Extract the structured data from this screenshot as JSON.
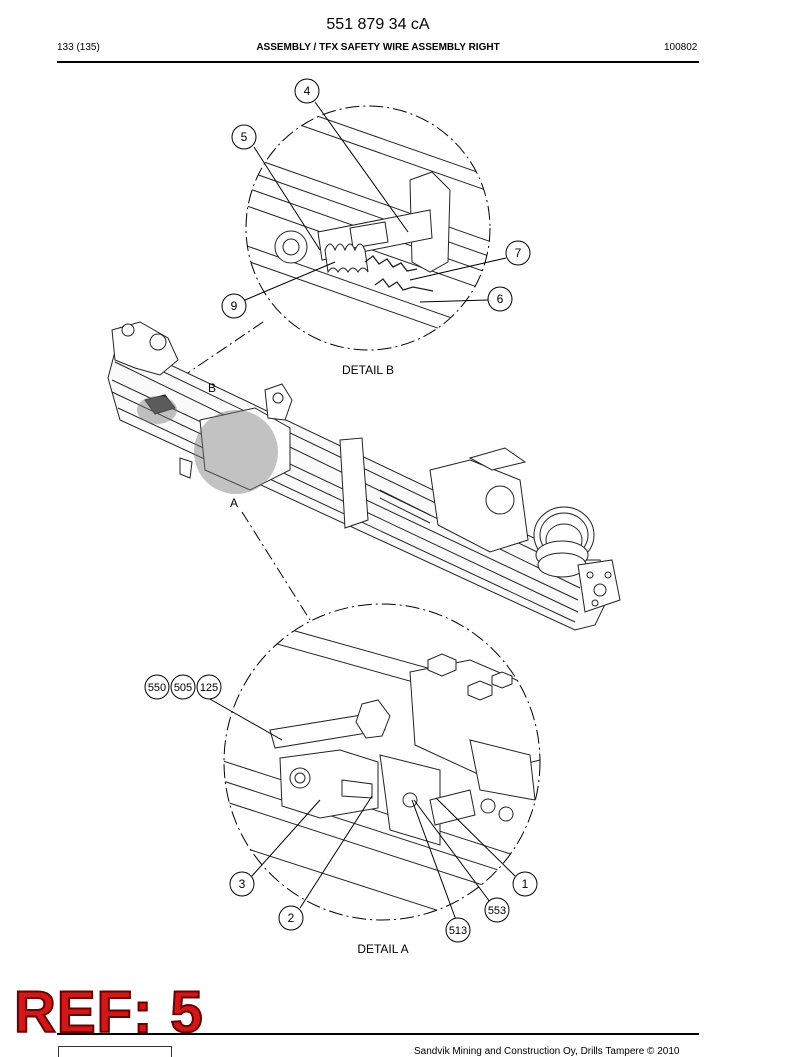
{
  "header": {
    "doc_number": "551 879 34 cA",
    "page": "133 (135)",
    "title": "ASSEMBLY / TFX SAFETY WIRE ASSEMBLY RIGHT",
    "date_code": "100802"
  },
  "detail_b": {
    "label": "DETAIL  B",
    "callouts": [
      "4",
      "5",
      "7",
      "9",
      "6"
    ]
  },
  "main_view": {
    "marker_b": "B",
    "marker_a": "A"
  },
  "detail_a": {
    "label": "DETAIL  A",
    "callouts": [
      "550",
      "505",
      "125",
      "3",
      "2",
      "513",
      "553",
      "1"
    ]
  },
  "stamp": {
    "text": "REF: 5"
  },
  "footer": {
    "copyright": "Sandvik Mining and Construction Oy, Drills Tampere © 2010"
  }
}
